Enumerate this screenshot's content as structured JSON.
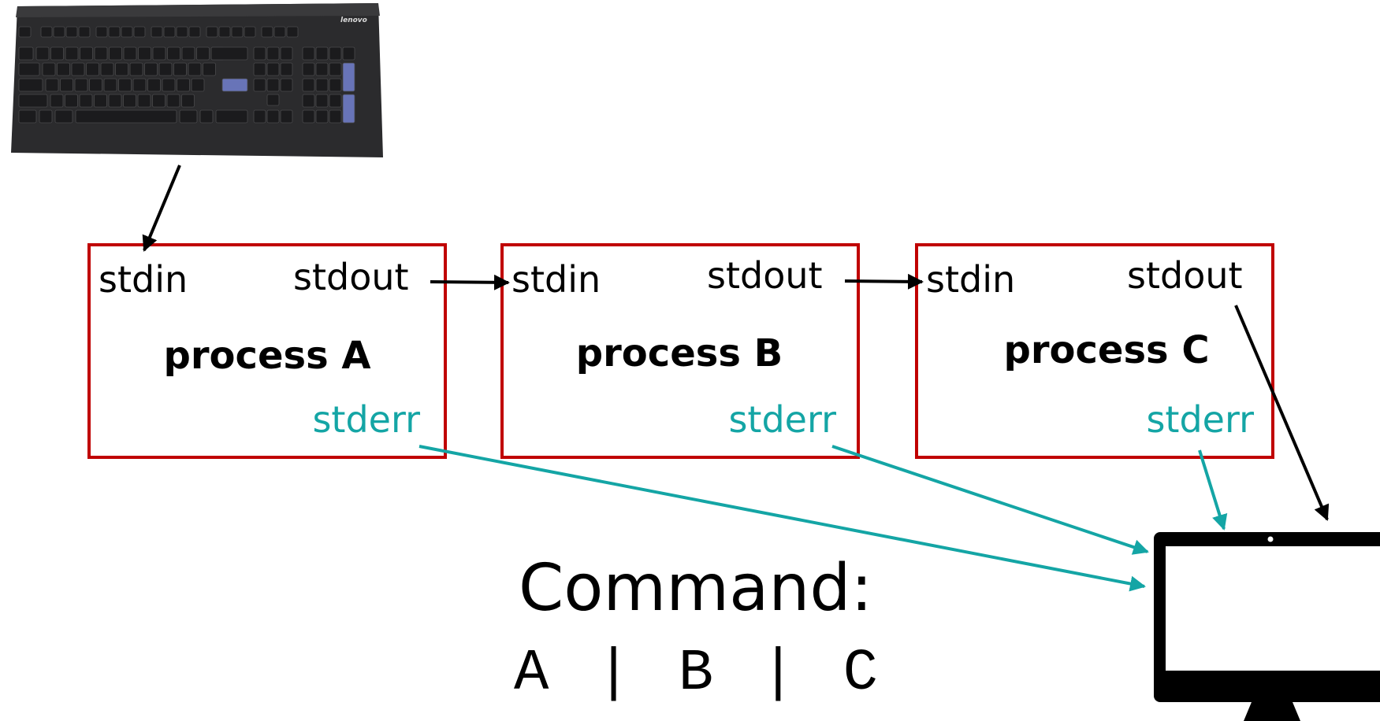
{
  "colors": {
    "box_border": "#c00000",
    "stderr": "#14a5a5",
    "arrow": "#000000",
    "keyboard_body": "#2b2b2d",
    "key": "#1b1b1d",
    "key_accent": "#6874b8",
    "monitor": "#000000"
  },
  "keyboard": {
    "brand": "lenovo",
    "icon": "keyboard-icon"
  },
  "monitor": {
    "icon": "monitor-icon"
  },
  "processes": [
    {
      "name": "process A",
      "stdin": "stdin",
      "stdout": "stdout",
      "stderr": "stderr"
    },
    {
      "name": "process B",
      "stdin": "stdin",
      "stdout": "stdout",
      "stderr": "stderr"
    },
    {
      "name": "process C",
      "stdin": "stdin",
      "stdout": "stdout",
      "stderr": "stderr"
    }
  ],
  "command": {
    "title": "Command:",
    "text": "A | B | C"
  }
}
